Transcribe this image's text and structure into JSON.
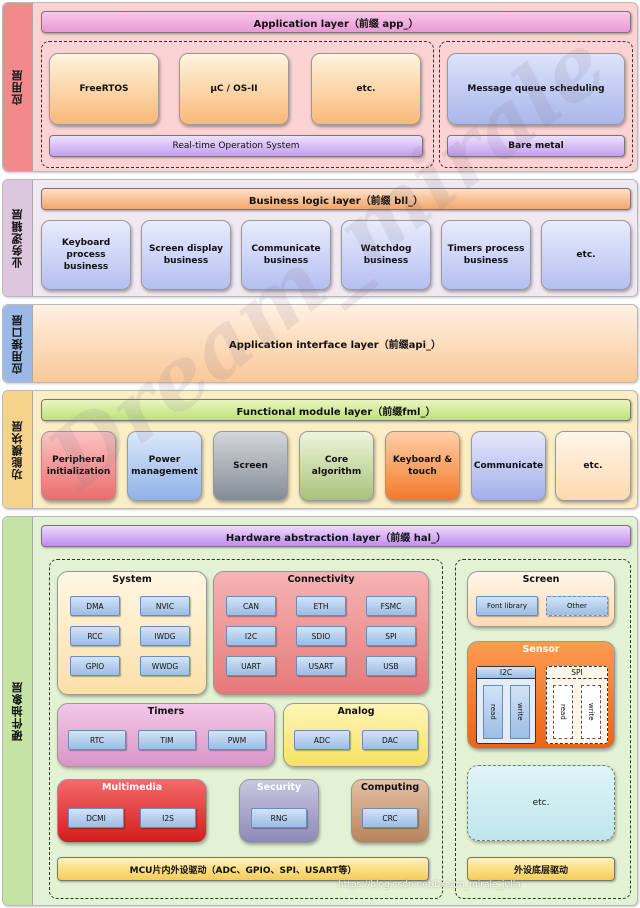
{
  "app": {
    "side": "应用层",
    "title": "Application layer（前缀 app_）",
    "rtos": [
      "FreeRTOS",
      "μC / OS-II",
      "etc."
    ],
    "msg": "Message queue scheduling",
    "rtos_bar": "Real-time Operation System",
    "bare_bar": "Bare metal"
  },
  "bll": {
    "side": "业务逻辑层",
    "title": "Business logic layer（前缀 bll_）",
    "items": [
      "Keyboard process business",
      "Screen display business",
      "Communicate business",
      "Watchdog business",
      "Timers process business",
      "etc."
    ]
  },
  "api": {
    "side": "应用接口层",
    "title": "Application interface layer（前缀api_）"
  },
  "fml": {
    "side": "功能模块层",
    "title": "Functional module layer（前缀fml_）",
    "items": [
      "Peripheral initialization",
      "Power management",
      "Screen",
      "Core algorithm",
      "Keyboard & touch",
      "Communicate",
      "etc."
    ]
  },
  "hal": {
    "side": "硬件抽象层",
    "title": "Hardware abstraction layer（前缀 hal_）",
    "system": {
      "title": "System",
      "chips": [
        "DMA",
        "NVIC",
        "RCC",
        "IWDG",
        "GPIO",
        "WWDG"
      ]
    },
    "connectivity": {
      "title": "Connectivity",
      "chips": [
        "CAN",
        "ETH",
        "FSMC",
        "I2C",
        "SDIO",
        "SPI",
        "UART",
        "USART",
        "USB"
      ]
    },
    "timers": {
      "title": "Timers",
      "chips": [
        "RTC",
        "TIM",
        "PWM"
      ]
    },
    "analog": {
      "title": "Analog",
      "chips": [
        "ADC",
        "DAC"
      ]
    },
    "multimedia": {
      "title": "Multimedia",
      "chips": [
        "DCMI",
        "I2S"
      ]
    },
    "security": {
      "title": "Security",
      "chips": [
        "RNG"
      ]
    },
    "computing": {
      "title": "Computing",
      "chips": [
        "CRC"
      ]
    },
    "mcu_bar": "MCU片内外设驱动（ADC、GPIO、SPI、USART等）",
    "screen": {
      "title": "Screen",
      "chips": [
        "Font library",
        "Other"
      ]
    },
    "sensor": {
      "title": "Sensor",
      "i2c": "I2C",
      "spi": "SPI",
      "rw": [
        "read",
        "write"
      ]
    },
    "etc": "etc.",
    "ext_bar": "外设底层驱动"
  },
  "watermark": "Dream_mirale",
  "url": "https://blog.csdn.net/Dream_mirale_julia",
  "colors": {
    "app": "#f3898c",
    "bll": "#ddc8df",
    "api": "#9ab9e6",
    "fml": "#f3d48a",
    "hal": "#c6e3a6"
  }
}
